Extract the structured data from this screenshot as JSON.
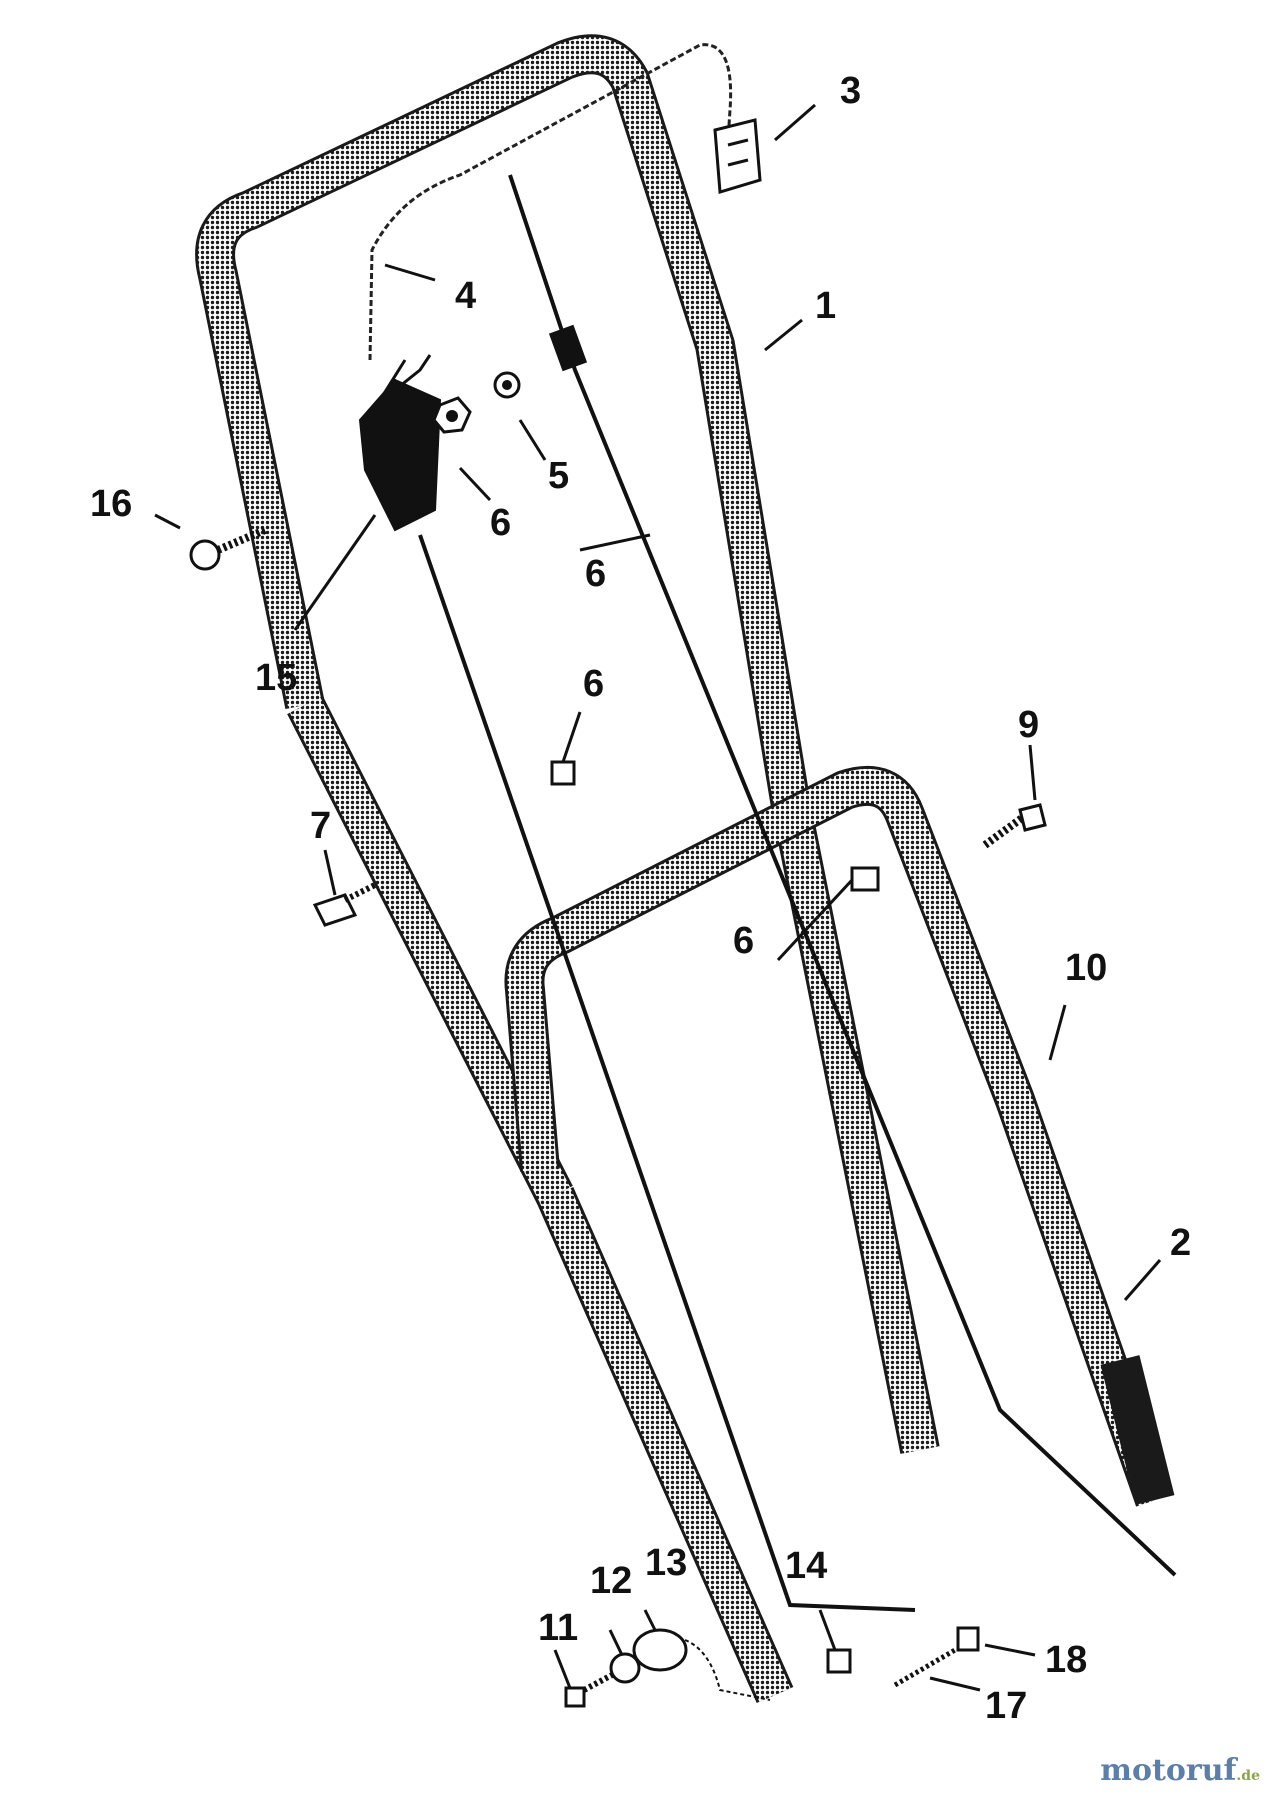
{
  "labels": {
    "l1": "1",
    "l2": "2",
    "l3": "3",
    "l4": "4",
    "l5": "5",
    "l6a": "6",
    "l6b": "6",
    "l6c": "6",
    "l6d": "6",
    "l7": "7",
    "l9": "9",
    "l10": "10",
    "l11": "11",
    "l12": "12",
    "l13": "13",
    "l14": "14",
    "l15": "15",
    "l16": "16",
    "l17": "17",
    "l18": "18"
  },
  "watermark": {
    "main": "motoruf",
    "suffix": ".de"
  },
  "colors": {
    "frame": "#2a2a2a",
    "line": "#111111",
    "brand_blue": "#5b7fa8",
    "brand_green": "#8aa24a"
  }
}
